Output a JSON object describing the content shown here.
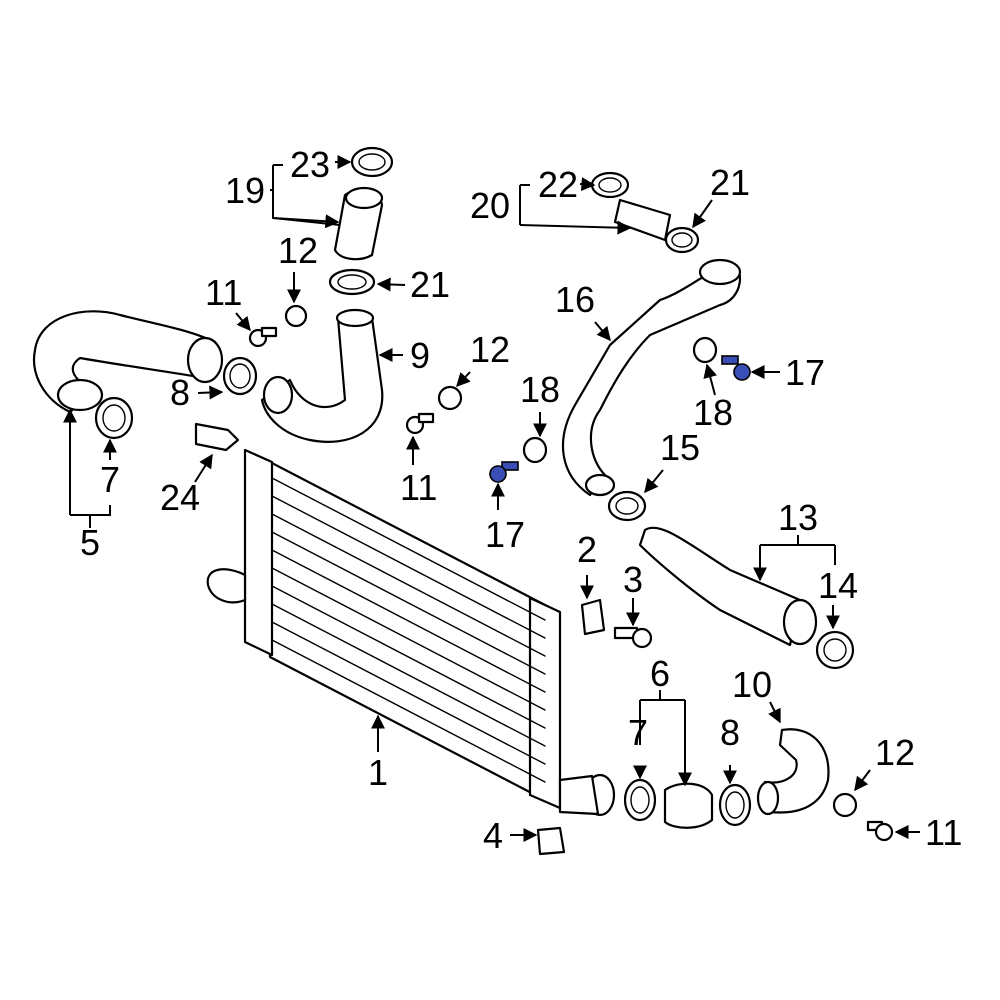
{
  "diagram": {
    "highlight_color": "#3a4fb5",
    "line_color": "#000000",
    "background": "#ffffff",
    "callouts": {
      "c1": "1",
      "c2": "2",
      "c3": "3",
      "c4": "4",
      "c5": "5",
      "c6": "6",
      "c7a": "7",
      "c7b": "7",
      "c8a": "8",
      "c8b": "8",
      "c9": "9",
      "c10": "10",
      "c11a": "11",
      "c11b": "11",
      "c11c": "11",
      "c12a": "12",
      "c12b": "12",
      "c12c": "12",
      "c13": "13",
      "c14": "14",
      "c15": "15",
      "c16": "16",
      "c17a": "17",
      "c17b": "17",
      "c18a": "18",
      "c18b": "18",
      "c19": "19",
      "c20": "20",
      "c21a": "21",
      "c21b": "21",
      "c22": "22",
      "c23": "23",
      "c24": "24"
    }
  }
}
